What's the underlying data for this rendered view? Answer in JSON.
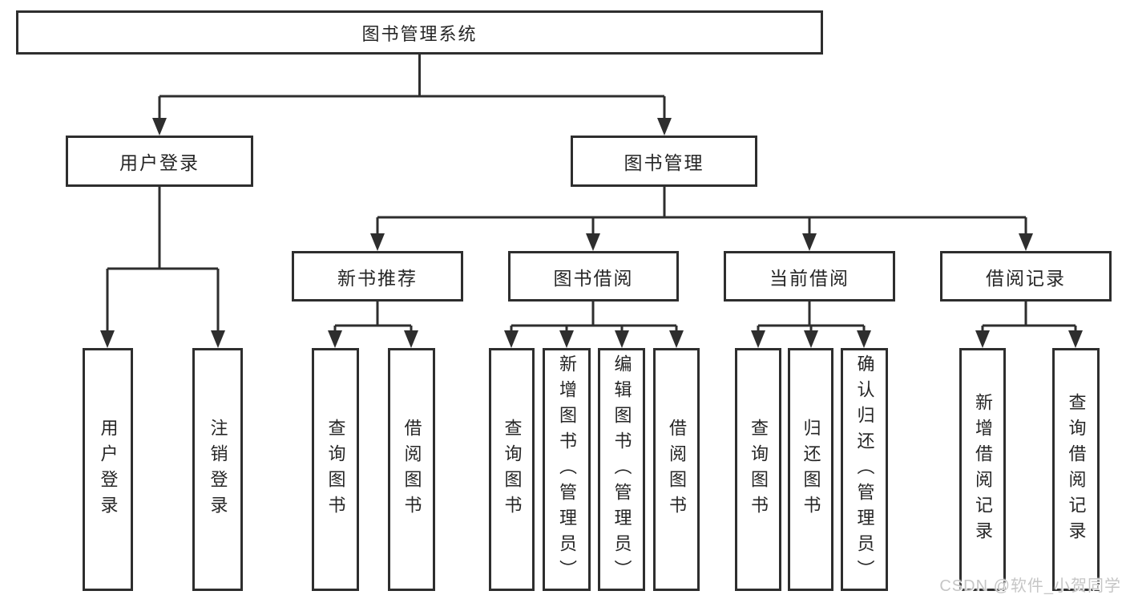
{
  "diagram": {
    "root": {
      "label": "图书管理系统"
    },
    "level2": [
      {
        "label": "用户登录"
      },
      {
        "label": "图书管理"
      }
    ],
    "level3": [
      {
        "label": "新书推荐"
      },
      {
        "label": "图书借阅"
      },
      {
        "label": "当前借阅"
      },
      {
        "label": "借阅记录"
      }
    ],
    "leaves": {
      "user_login": [
        "用户登录",
        "注销登录"
      ],
      "new_book_recommend": [
        "查询图书",
        "借阅图书"
      ],
      "book_borrow": [
        "查询图书",
        "新增图书（管理员）",
        "编辑图书（管理员）",
        "借阅图书"
      ],
      "current_borrow": [
        "查询图书",
        "归还图书",
        "确认归还（管理员）"
      ],
      "borrow_record": [
        "新增借阅记录",
        "查询借阅记录"
      ]
    }
  },
  "watermark": {
    "text": "CSDN @软件_小贺同学"
  },
  "colors": {
    "line": "#2e2e2e",
    "box_border": "#2e2e2e",
    "text": "#262626",
    "watermark": "#c6c6c6",
    "background": "#ffffff"
  }
}
